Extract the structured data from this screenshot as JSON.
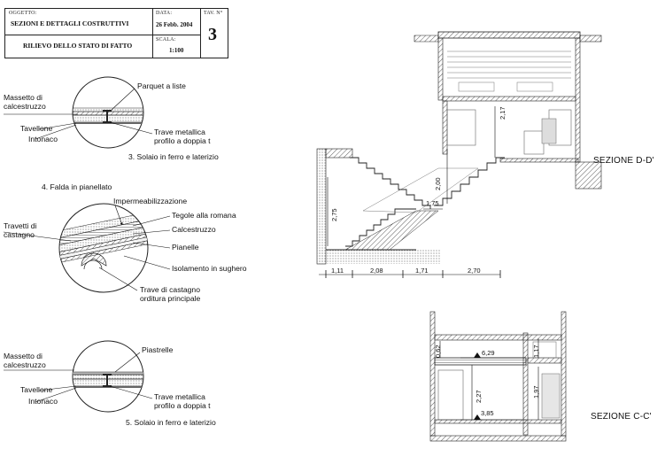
{
  "title_block": {
    "oggetto_label": "OGGETTO:",
    "oggetto_value": "SEZIONI E DETTAGLI COSTRUTTIVI",
    "data_label": "DATA:",
    "data_value": "26 Febb. 2004",
    "tav_label": "TAV. N°",
    "tav_value": "3",
    "rilievo": "RILIEVO DELLO STATO DI FATTO",
    "scala_label": "SCALA:",
    "scala_value": "1:100"
  },
  "details": {
    "detail1": {
      "massetto": "Massetto di\ncalcestruzzo",
      "parquet": "Parquet a liste",
      "tavellone": "Tavellone",
      "intonaco": "Intonaco",
      "trave": "Trave metallica\nprofilo a doppia t",
      "caption": "3. Solaio in ferro e laterizio"
    },
    "detail2": {
      "caption": "4. Falda in pianellato",
      "impermeabilizzazione": "Impermeabilizzazione",
      "travetti": "Travetti di\ncastagno",
      "tegole": "Tegole alla romana",
      "calcestruzzo": "Calcestruzzo",
      "pianelle": "Pianelle",
      "isolamento": "Isolamento in sughero",
      "trave": "Trave di castagno\norditura principale"
    },
    "detail3": {
      "massetto": "Massetto di\ncalcestruzzo",
      "piastrelle": "Piastrelle",
      "tavellone": "Tavellone",
      "intonaco": "Intonaco",
      "trave": "Trave metallica\nprofilo a doppia t",
      "caption": "5. Solaio in ferro e laterizio"
    }
  },
  "section_dd": {
    "title": "SEZIONE D-D'",
    "dims": {
      "v217": "2,17",
      "v200": "2,00",
      "v275": "2,75",
      "h175": "1,75"
    },
    "bottom_dims": [
      "1,11",
      "2,08",
      "1,71",
      "2,70"
    ]
  },
  "section_cc": {
    "title": "SEZIONE C-C'",
    "dims": {
      "v062": "0,62",
      "h629": "6,29",
      "v117": "1,17",
      "v227": "2,27",
      "v197": "1,97",
      "h385": "3,85"
    }
  }
}
